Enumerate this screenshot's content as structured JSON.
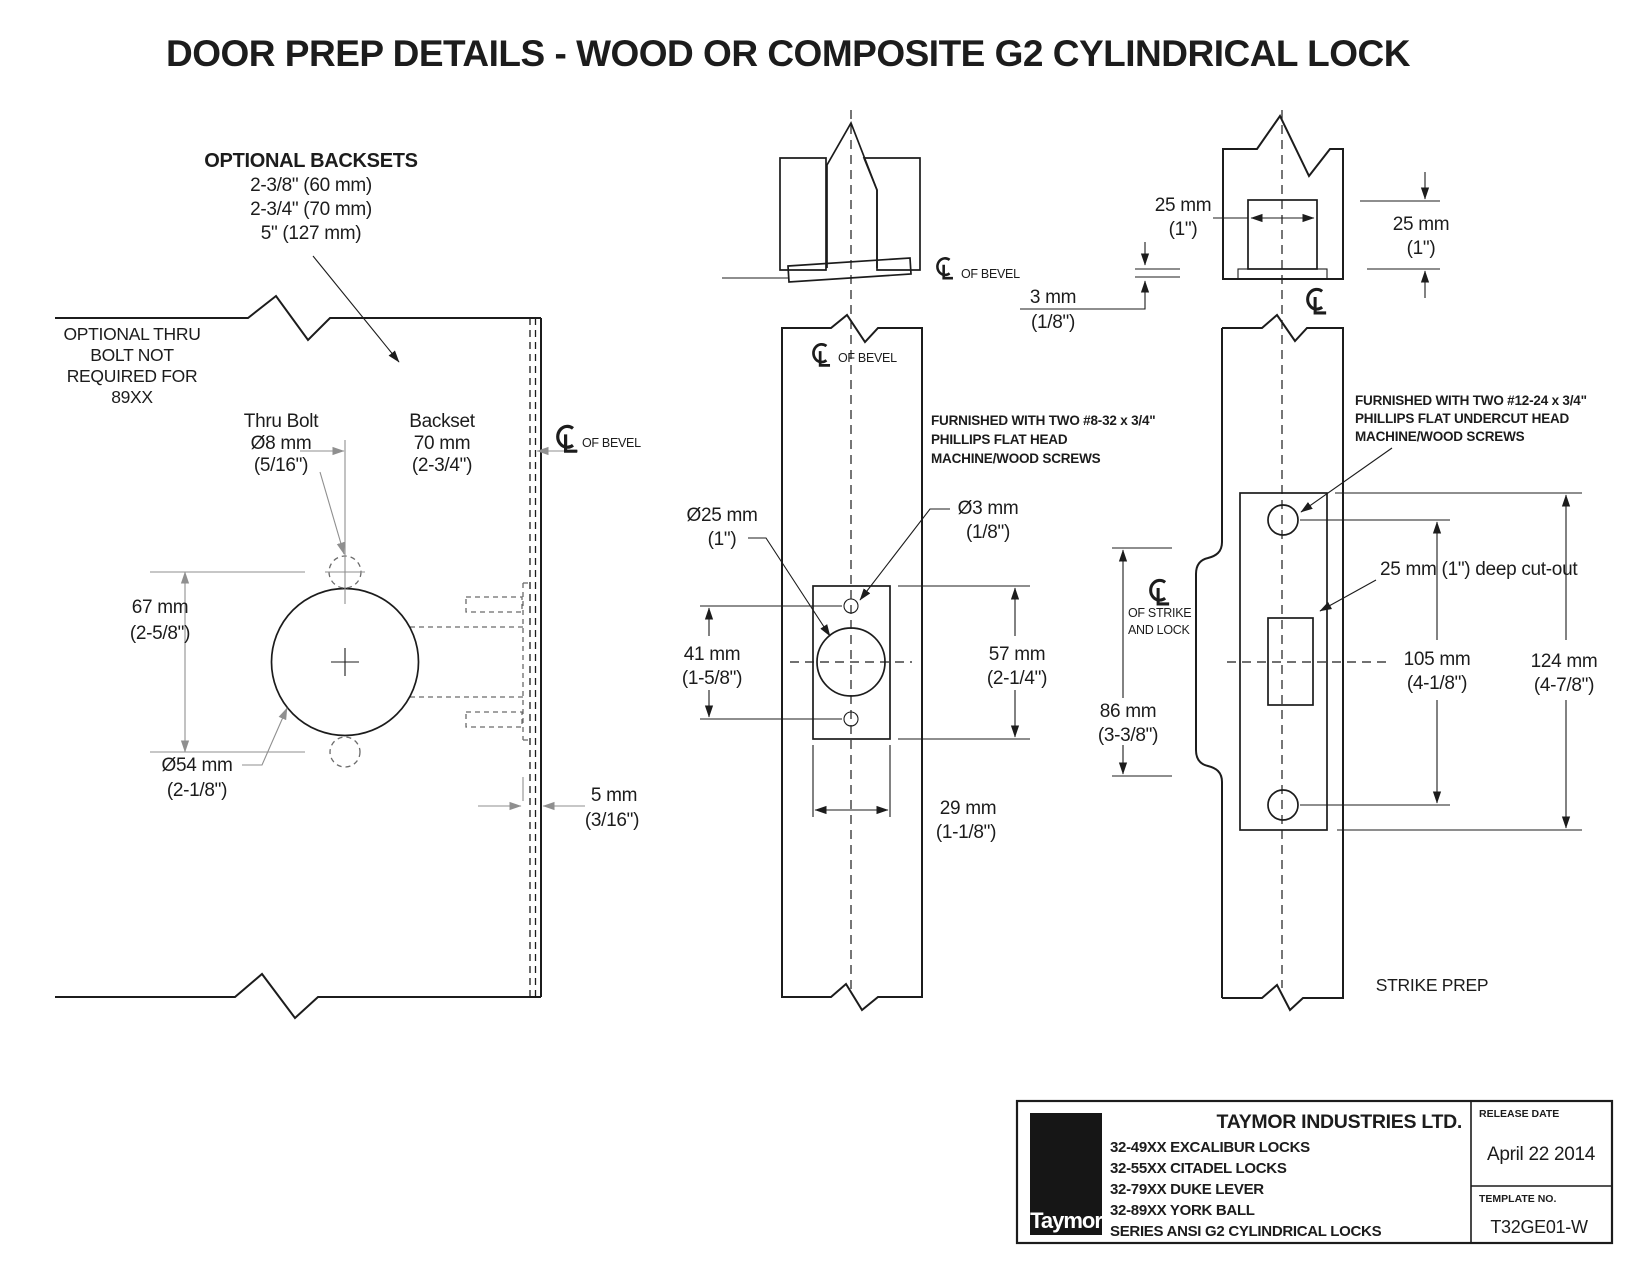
{
  "title": "DOOR PREP DETAILS - WOOD OR COMPOSITE G2 CYLINDRICAL LOCK",
  "left_view": {
    "backsets_heading": "OPTIONAL BACKSETS",
    "backsets": [
      "2-3/8\" (60 mm)",
      "2-3/4\" (70 mm)",
      "5\" (127 mm)"
    ],
    "thru_bolt_note": [
      "OPTIONAL THRU",
      "BOLT NOT",
      "REQUIRED FOR",
      "89XX"
    ],
    "thru_bolt_label": [
      "Thru Bolt",
      "Ø8 mm",
      "(5/16\")"
    ],
    "backset_label": [
      "Backset",
      "70 mm",
      "(2-3/4\")"
    ],
    "cl_of_bevel": "OF BEVEL",
    "dim_67": [
      "67 mm",
      "(2-5/8\")"
    ],
    "dia_54": [
      "Ø54 mm",
      "(2-1/8\")"
    ],
    "dim_5": [
      "5 mm",
      "(3/16\")"
    ]
  },
  "middle_view": {
    "cl_of_bevel_top": "OF BEVEL",
    "cl_of_bevel_inner": "OF BEVEL",
    "screw_note": [
      "FURNISHED WITH TWO #8-32 x 3/4\"",
      "PHILLIPS FLAT HEAD",
      "MACHINE/WOOD SCREWS"
    ],
    "dia_25": [
      "Ø25 mm",
      "(1\")"
    ],
    "dia_3": [
      "Ø3 mm",
      "(1/8\")"
    ],
    "dim_41": [
      "41 mm",
      "(1-5/8\")"
    ],
    "dim_57": [
      "57 mm",
      "(2-1/4\")"
    ],
    "dim_29": [
      "29 mm",
      "(1-1/8\")"
    ]
  },
  "right_view": {
    "dim_25_w": [
      "25 mm",
      "(1\")"
    ],
    "dim_25_h": [
      "25 mm",
      "(1\")"
    ],
    "dim_3": [
      "3 mm",
      "(1/8\")"
    ],
    "screw_note": [
      "FURNISHED WITH TWO #12-24 x 3/4\"",
      "PHILLIPS FLAT UNDERCUT HEAD",
      "MACHINE/WOOD SCREWS"
    ],
    "cl_strike": [
      "OF STRIKE",
      "AND LOCK"
    ],
    "deep_cutout": "25 mm (1\") deep cut-out",
    "dim_86": [
      "86 mm",
      "(3-3/8\")"
    ],
    "dim_105": [
      "105 mm",
      "(4-1/8\")"
    ],
    "dim_124": [
      "124 mm",
      "(4-7/8\")"
    ],
    "strike_prep": "STRIKE PREP"
  },
  "title_block": {
    "logo_text": "Taymor",
    "company": "TAYMOR INDUSTRIES LTD.",
    "products": [
      "32-49XX EXCALIBUR LOCKS",
      "32-55XX CITADEL LOCKS",
      "32-79XX DUKE LEVER",
      "32-89XX YORK BALL",
      "SERIES ANSI G2 CYLINDRICAL LOCKS"
    ],
    "release_date_label": "RELEASE DATE",
    "release_date": "April 22 2014",
    "template_label": "TEMPLATE NO.",
    "template_no": "T32GE01-W"
  },
  "colors": {
    "line": "#1c1c1c",
    "dim_gray": "#8f8f8f",
    "background": "#ffffff"
  }
}
